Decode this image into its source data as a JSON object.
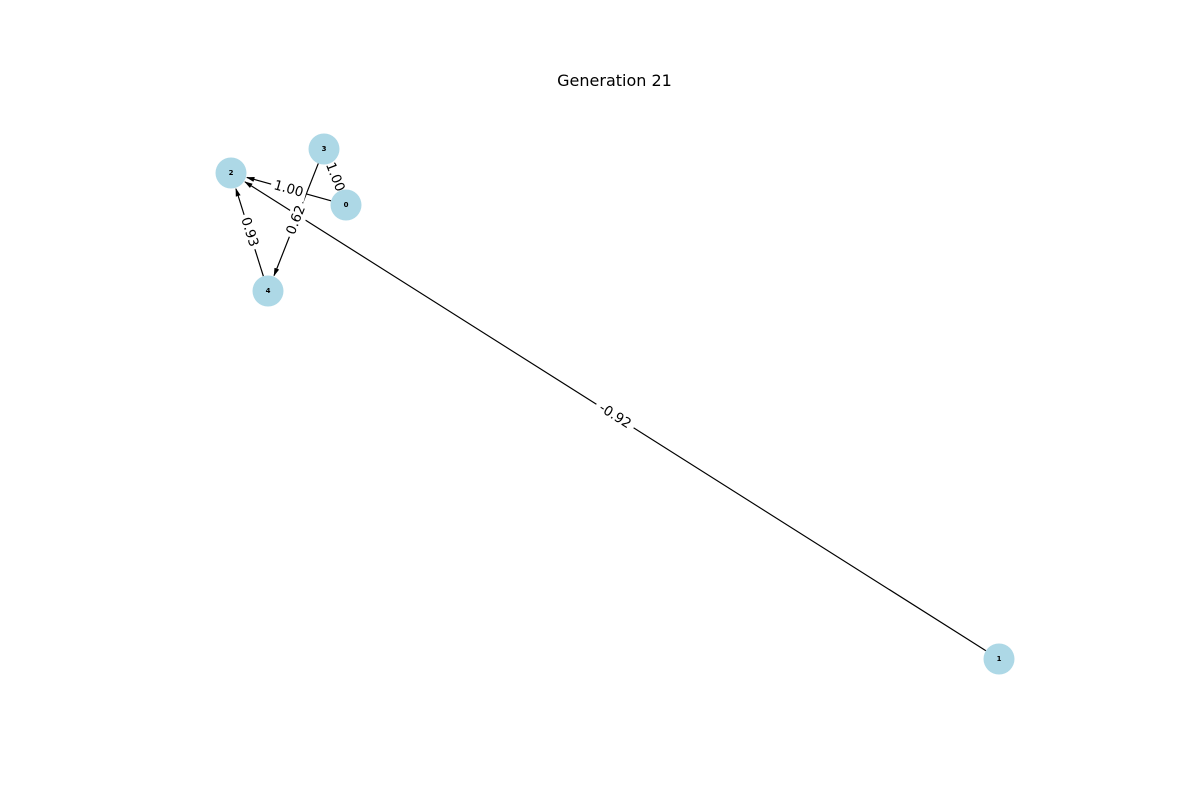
{
  "title": "Generation 21",
  "colors": {
    "node": "#add8e6",
    "edge": "#000000",
    "label_bg": "#ffffff"
  },
  "graph": {
    "directed": true,
    "nodes": [
      {
        "id": "0",
        "label": "0"
      },
      {
        "id": "1",
        "label": "1"
      },
      {
        "id": "2",
        "label": "2"
      },
      {
        "id": "3",
        "label": "3"
      },
      {
        "id": "4",
        "label": "4"
      }
    ],
    "edges": [
      {
        "source": "0",
        "target": "2",
        "weight": "1.00"
      },
      {
        "source": "3",
        "target": "0",
        "weight": "1.00"
      },
      {
        "source": "3",
        "target": "4",
        "weight": "0.62"
      },
      {
        "source": "4",
        "target": "2",
        "weight": "0.93"
      },
      {
        "source": "1",
        "target": "2",
        "weight": "-0.92"
      }
    ]
  }
}
